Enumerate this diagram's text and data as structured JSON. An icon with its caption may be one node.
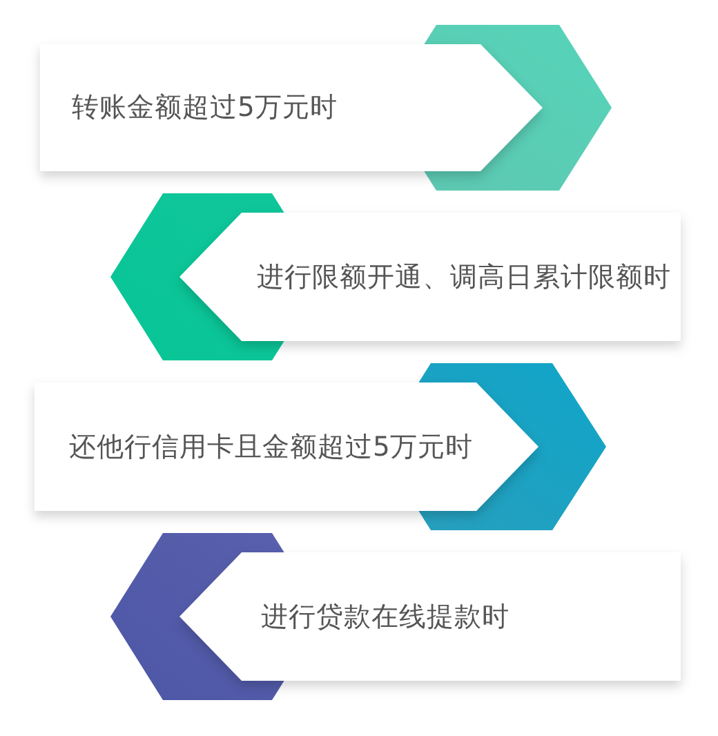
{
  "diagram": {
    "nodes": [
      {
        "text": [
          "转账金额超过5万元时"
        ]
      },
      {
        "text": [
          "进行限额开通、调高日累计限额时"
        ]
      },
      {
        "text": [
          "还他行信用卡且金额超过5万元时"
        ]
      },
      {
        "text": [
          "进行贷款在线提款时"
        ]
      }
    ]
  }
}
